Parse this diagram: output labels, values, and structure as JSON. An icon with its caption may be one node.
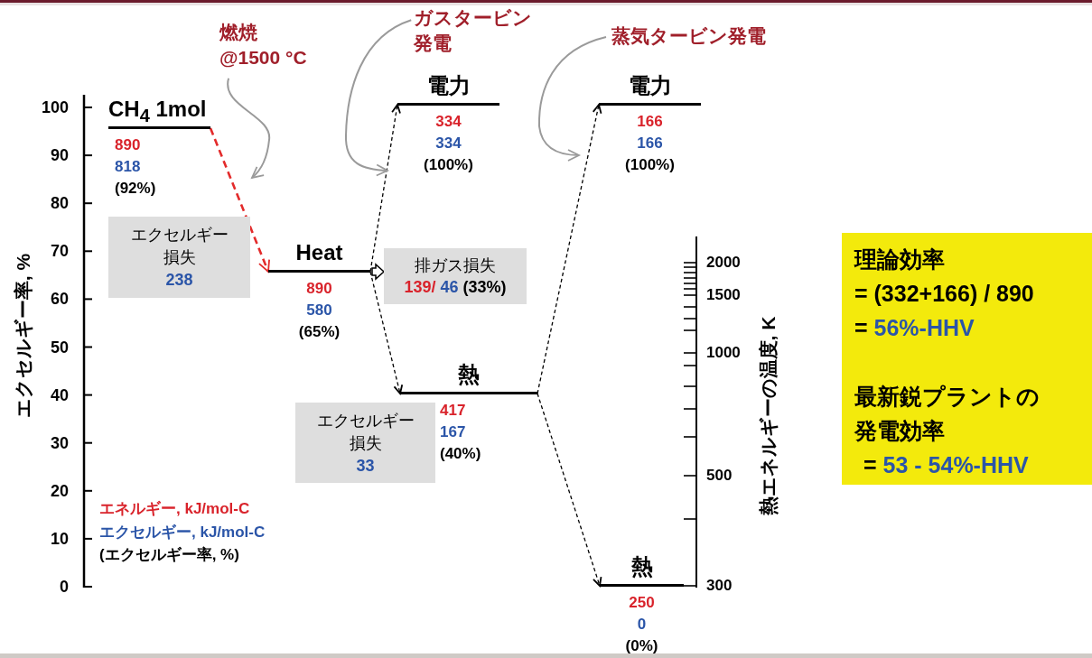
{
  "diagram": {
    "nodes": [
      {
        "text": [
          "CH$_{4}$ 1mol",
          "890",
          "818",
          "(92%)"
        ]
      },
      {
        "text": [
          "Heat",
          "890",
          "580",
          "(65%)"
        ]
      },
      {
        "text": [
          "電力",
          "334",
          "334",
          "(100%)"
        ]
      },
      {
        "text": [
          "熱",
          "417",
          "167",
          "(40%)"
        ]
      },
      {
        "text": [
          "電力",
          "166",
          "166",
          "(100%)"
        ]
      },
      {
        "text": [
          "熱",
          "250",
          "0",
          "(0%)"
        ]
      },
      {
        "text": [
          "エクセルギー損失",
          "238"
        ]
      },
      {
        "text": [
          "排ガス損失",
          "139/",
          "46",
          "(33%)"
        ]
      },
      {
        "text": [
          "エクセルギー損失",
          "33"
        ]
      },
      {
        "text": [
          "燃焼 @1500 °C"
        ]
      },
      {
        "text": [
          "ガスタービン発電"
        ]
      },
      {
        "text": [
          "蒸気タービン発電"
        ]
      },
      {
        "text": [
          "理論効率",
          "= (332+166) / 890",
          "=",
          "56%-HHV",
          "最新鋭プラントの発電効率",
          "=",
          "53 - 54%-HHV"
        ]
      }
    ],
    "edges": [
      {
        "from": 0,
        "to": 1,
        "arrow": "to",
        "style": "dashed",
        "color": "#e32b2b"
      },
      {
        "from": 1,
        "to": 2,
        "arrow": "to",
        "style": "dashed"
      },
      {
        "from": 1,
        "to": 3,
        "arrow": "to",
        "style": "dashed"
      },
      {
        "from": 3,
        "to": 4,
        "arrow": "to",
        "style": "dashed"
      },
      {
        "from": 3,
        "to": 5,
        "arrow": "to",
        "style": "dashed"
      },
      {
        "from": 1,
        "to": 7,
        "arrow": "to"
      },
      {
        "from": 9,
        "to": null,
        "arrow": "to",
        "color": "#9a9a9a"
      },
      {
        "from": 10,
        "to": null,
        "arrow": "to",
        "color": "#9a9a9a"
      },
      {
        "from": 11,
        "to": null,
        "arrow": "to",
        "color": "#9a9a9a"
      }
    ],
    "labels": [
      "100",
      "90",
      "80",
      "70",
      "60",
      "50",
      "40",
      "30",
      "20",
      "10",
      "0",
      "エクセルギー率, %",
      "2000",
      "1500",
      "1000",
      "500",
      "300",
      "熱エネルギーの温度, K",
      "エネルギー, kJ/mol-C",
      "エクセルギー, kJ/mol-C",
      "(エクセルギー率, %)"
    ]
  }
}
